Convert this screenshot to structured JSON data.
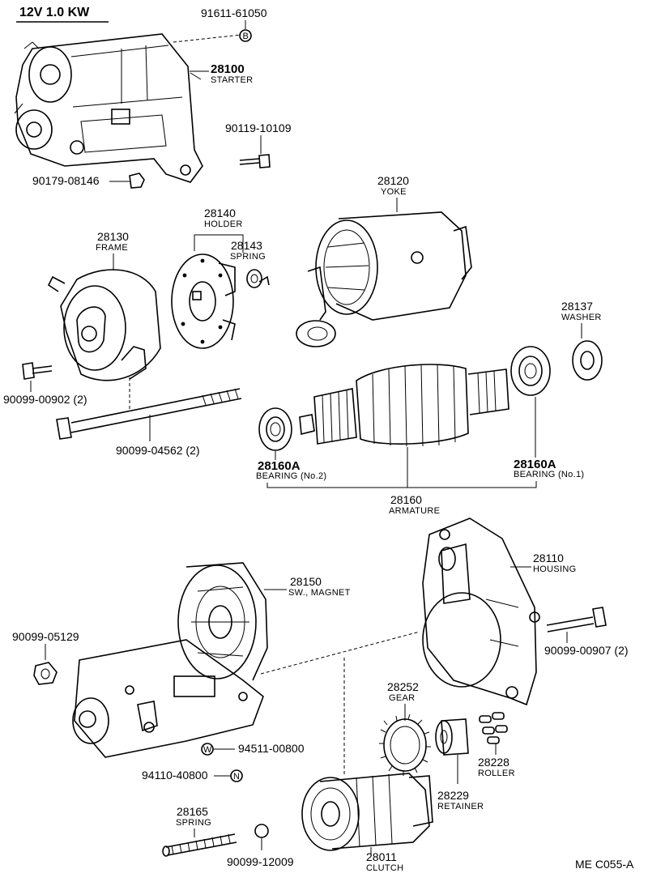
{
  "header": {
    "spec": "12V   1.0 KW"
  },
  "footer": {
    "code": "ME C055-A"
  },
  "callouts": {
    "c91611": {
      "number": "91611-61050",
      "badge": "B"
    },
    "c28100": {
      "number": "28100",
      "label": "STARTER"
    },
    "c90119": {
      "number": "90119-10109"
    },
    "c90179": {
      "number": "90179-08146"
    },
    "c28120": {
      "number": "28120",
      "label": "YOKE"
    },
    "c28140": {
      "number": "28140",
      "label": "HOLDER"
    },
    "c28143": {
      "number": "28143",
      "label": "SPRING"
    },
    "c28130": {
      "number": "28130",
      "label": "FRAME"
    },
    "c28137": {
      "number": "28137",
      "label": "WASHER"
    },
    "c90099_00902": {
      "number": "90099-00902 (2)"
    },
    "c90099_04562": {
      "number": "90099-04562 (2)"
    },
    "c28160A_no2": {
      "number": "28160A",
      "label": "BEARING (No.2)"
    },
    "c28160A_no1": {
      "number": "28160A",
      "label": "BEARING (No.1)"
    },
    "c28160": {
      "number": "28160",
      "label": "ARMATURE"
    },
    "c28110": {
      "number": "28110",
      "label": "HOUSING"
    },
    "c28150": {
      "number": "28150",
      "label": "SW., MAGNET"
    },
    "c90099_05129": {
      "number": "90099-05129"
    },
    "c90099_00907": {
      "number": "90099-00907 (2)"
    },
    "c28252": {
      "number": "28252",
      "label": "GEAR"
    },
    "c94511": {
      "number": "94511-00800",
      "badge": "W"
    },
    "c94110": {
      "number": "94110-40800",
      "badge": "N"
    },
    "c28228": {
      "number": "28228",
      "label": "ROLLER"
    },
    "c28229": {
      "number": "28229",
      "label": "RETAINER"
    },
    "c28165": {
      "number": "28165",
      "label": "SPRING"
    },
    "c90099_12009": {
      "number": "90099-12009"
    },
    "c28011": {
      "number": "28011",
      "label": "CLUTCH"
    }
  }
}
